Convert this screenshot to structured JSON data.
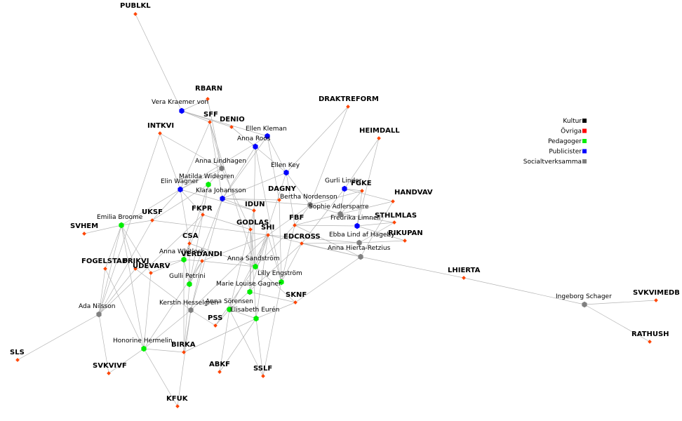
{
  "colors": {
    "edge": "#b4b4b4",
    "org": "#ff4500",
    "Kultur": "#000000",
    "Övriga": "#ff0000",
    "Pedagoger": "#00ee00",
    "Publicister": "#0000ff",
    "Socialtverksamma": "#808080"
  },
  "legend": [
    {
      "label": "Kultur",
      "cat": "Kultur"
    },
    {
      "label": "Övriga",
      "cat": "Övriga"
    },
    {
      "label": "Pedagoger",
      "cat": "Pedagoger"
    },
    {
      "label": "Publicister",
      "cat": "Publicister"
    },
    {
      "label": "Socialtverksamma",
      "cat": "Socialtverksamma"
    }
  ],
  "orgs": [
    "PUBLKL",
    "RBARN",
    "SFF",
    "DENIO",
    "INTKVI",
    "DRAKTREFORM",
    "HEIMDALL",
    "DAGNY",
    "FGKE",
    "HANDVAV",
    "IDUN",
    "FBF",
    "UKSF",
    "FKPR",
    "GODLAS",
    "SHI",
    "STHLMLAS",
    "RIKUPAN",
    "SVHEM",
    "EDCROSS",
    "CSA",
    "VERDANDI",
    "FOGELSTAD",
    "FRIKVI",
    "UDEVARV",
    "LHIERTA",
    "SKNF",
    "PSS",
    "BIRKA",
    "ABKF",
    "SSLF",
    "SLS",
    "SVKVIVF",
    "KFUK",
    "SVKVIMEDB",
    "RATHUSH"
  ],
  "people": [
    {
      "name": "Vera Kraemer von",
      "cat": "Publicister"
    },
    {
      "name": "Ellen Kleman",
      "cat": "Publicister"
    },
    {
      "name": "Anna Roos",
      "cat": "Publicister"
    },
    {
      "name": "Anna Lindhagen",
      "cat": "Socialtverksamma"
    },
    {
      "name": "Ellen Key",
      "cat": "Publicister"
    },
    {
      "name": "Matilda Widegren",
      "cat": "Pedagoger"
    },
    {
      "name": "Elin Wägner",
      "cat": "Publicister"
    },
    {
      "name": "Klara Johansson",
      "cat": "Publicister"
    },
    {
      "name": "Gurli Linder",
      "cat": "Publicister"
    },
    {
      "name": "Bertha Nordenson",
      "cat": "Socialtverksamma"
    },
    {
      "name": "Sophie Adlersparre",
      "cat": "Socialtverksamma"
    },
    {
      "name": "Fredrika Limnell",
      "cat": "Publicister"
    },
    {
      "name": "Ebba Lind af Hageby",
      "cat": "Socialtverksamma"
    },
    {
      "name": "Anna Hierta-Retzius",
      "cat": "Socialtverksamma"
    },
    {
      "name": "Emilia Broome",
      "cat": "Pedagoger"
    },
    {
      "name": "Anna Whitlock",
      "cat": "Pedagoger"
    },
    {
      "name": "Anna Sandström",
      "cat": "Pedagoger"
    },
    {
      "name": "Gulli Petrini",
      "cat": "Pedagoger"
    },
    {
      "name": "Lilly Engström",
      "cat": "Pedagoger"
    },
    {
      "name": "Marie Louise Gagner",
      "cat": "Pedagoger"
    },
    {
      "name": "Kerstin Hesselgren",
      "cat": "Socialtverksamma"
    },
    {
      "name": "Anna Sörensen",
      "cat": "Pedagoger"
    },
    {
      "name": "Ada Nilsson",
      "cat": "Socialtverksamma"
    },
    {
      "name": "Elisabeth Eurén",
      "cat": "Pedagoger"
    },
    {
      "name": "Honorine Hermelin",
      "cat": "Pedagoger"
    },
    {
      "name": "Ingeborg Schager",
      "cat": "Socialtverksamma"
    }
  ]
}
